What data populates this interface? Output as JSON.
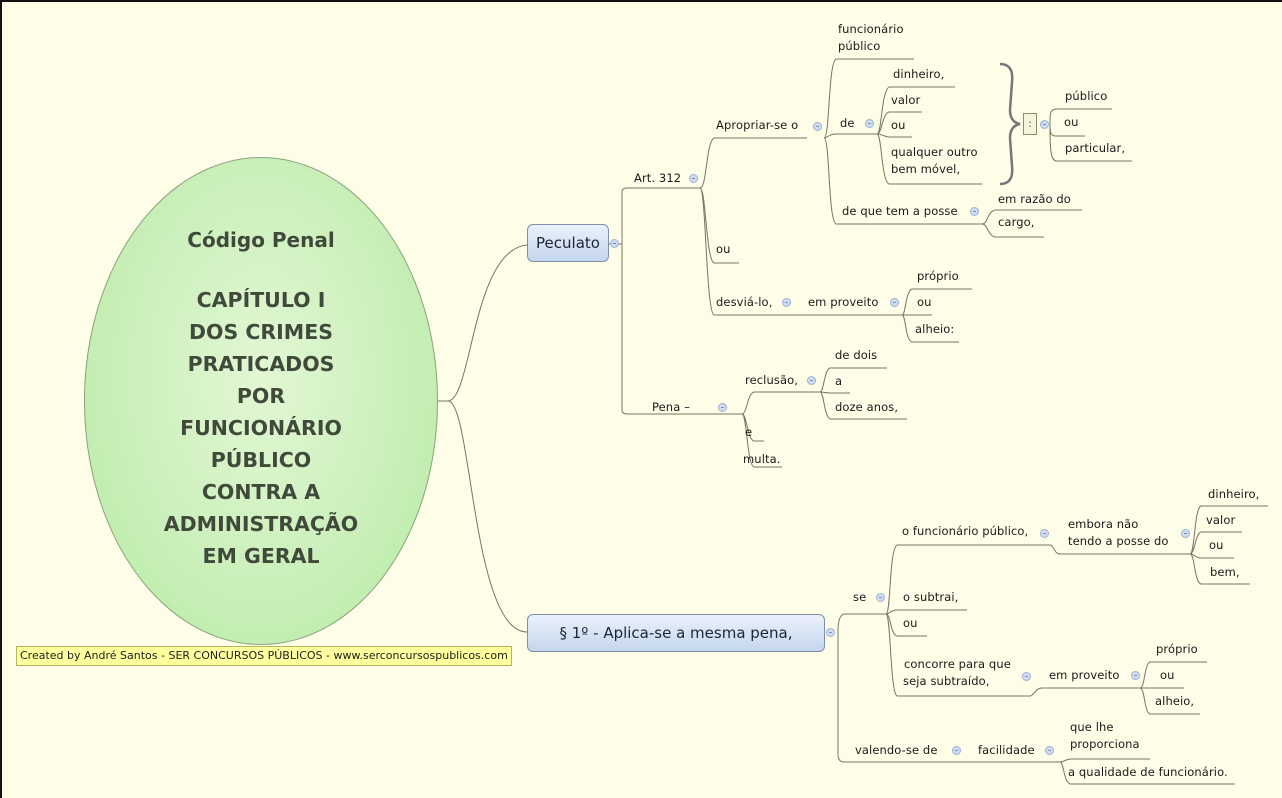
{
  "root": {
    "title": "Código Penal",
    "lines": [
      "CAPÍTULO I",
      "DOS CRIMES",
      "PRATICADOS",
      "POR",
      "FUNCIONÁRIO",
      "PÚBLICO",
      "CONTRA A",
      "ADMINISTRAÇÃO",
      "EM GERAL"
    ]
  },
  "credit": "Created by André Santos - SER CONCURSOS PÚBLICOS - www.serconcursospublicos.com",
  "peculato": {
    "label": "Peculato",
    "art": "Art. 312",
    "apropriar": "Apropriar-se o",
    "funcionario_l1": "funcionário",
    "funcionario_l2": "público",
    "de": "de",
    "dinheiro": "dinheiro,",
    "valor": "valor",
    "ou1": "ou",
    "qualquer_l1": "qualquer outro",
    "qualquer_l2": "bem móvel,",
    "colon": ":",
    "publico": "público",
    "ou2": "ou",
    "particular": "particular,",
    "de_que": "de que tem a posse",
    "em_razao": "em razão do",
    "cargo": "cargo,",
    "ou3": "ou",
    "desvia": "desviá-lo,",
    "em_proveito": "em proveito",
    "proprio": "próprio",
    "ou4": "ou",
    "alheio": "alheio:",
    "pena": "Pena –",
    "reclusao": "reclusão,",
    "de_dois": "de dois",
    "a": "a",
    "doze": "doze anos,",
    "e": "e",
    "multa": "multa."
  },
  "paragrafo": {
    "label": "§ 1º - Aplica-se a mesma pena,",
    "se": "se",
    "func_pub": "o funcionário público,",
    "embora_l1": "embora não",
    "embora_l2": "tendo a posse do",
    "dinheiro": "dinheiro,",
    "valor": "valor",
    "ou1": "ou",
    "bem": "bem,",
    "subtrai": "o subtrai,",
    "ou2": "ou",
    "concorre_l1": "concorre para que",
    "concorre_l2": "seja subtraído,",
    "em_proveito": "em proveito",
    "proprio": "próprio",
    "ou3": "ou",
    "alheio": "alheio,",
    "valendo": "valendo-se de",
    "facilidade": "facilidade",
    "que_lhe_l1": "que lhe",
    "que_lhe_l2": "proporciona",
    "qualidade": "a qualidade de funcionário."
  }
}
